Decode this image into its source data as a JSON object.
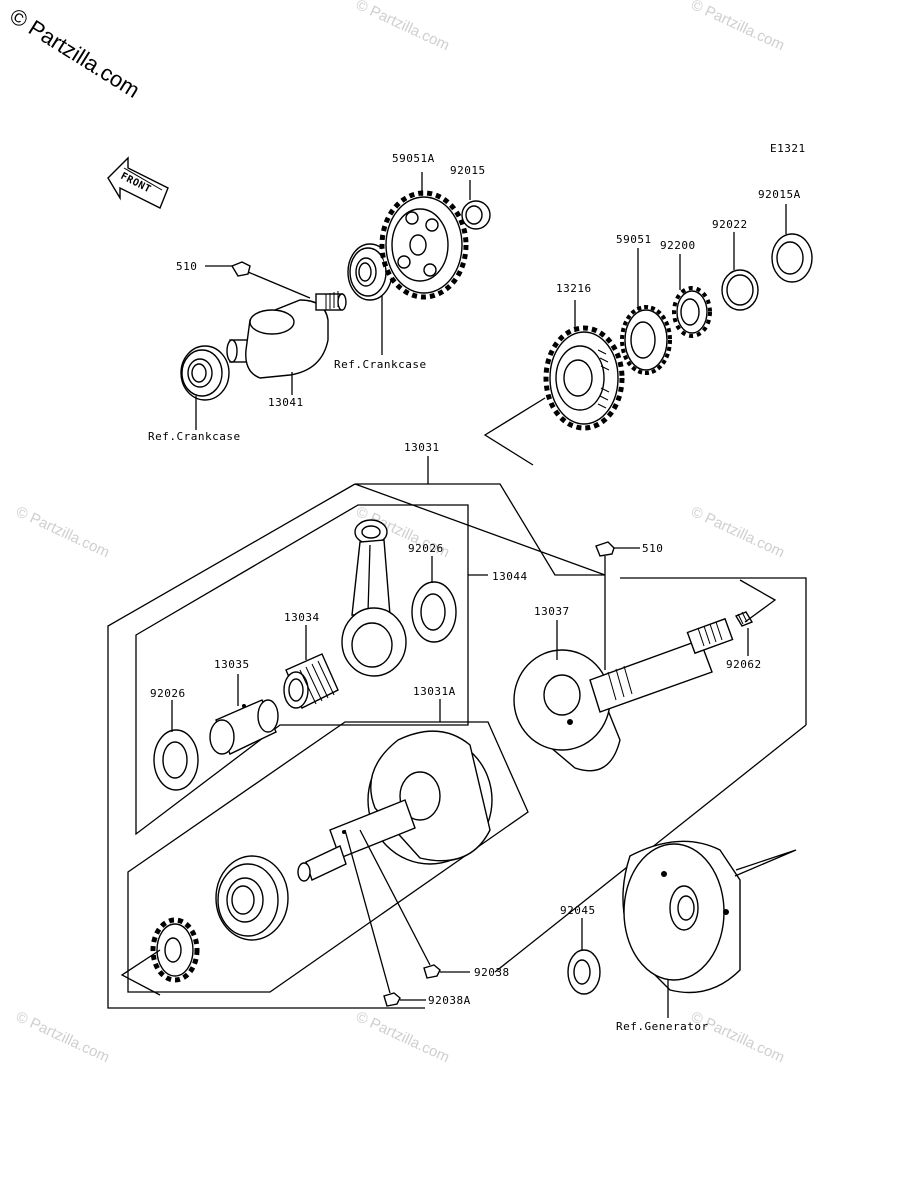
{
  "copyright": "© Partzilla.com",
  "watermark_text": "© Partzilla.com",
  "diagram_code": "E1321",
  "front_label": "FRONT",
  "labels": {
    "p59051A": "59051A",
    "p92015": "92015",
    "p92015A": "92015A",
    "p92022": "92022",
    "p92200": "92200",
    "p59051": "59051",
    "p13216": "13216",
    "p510a": "510",
    "ref_crankcase_1": "Ref.Crankcase",
    "p13041": "13041",
    "ref_crankcase_2": "Ref.Crankcase",
    "p13031": "13031",
    "p510b": "510",
    "p92026a": "92026",
    "p13044": "13044",
    "p13037": "13037",
    "p13034": "13034",
    "p13035": "13035",
    "p92062": "92062",
    "p92026b": "92026",
    "p13031A": "13031A",
    "p92045": "92045",
    "p92038": "92038",
    "p92038A": "92038A",
    "ref_generator": "Ref.Generator"
  }
}
